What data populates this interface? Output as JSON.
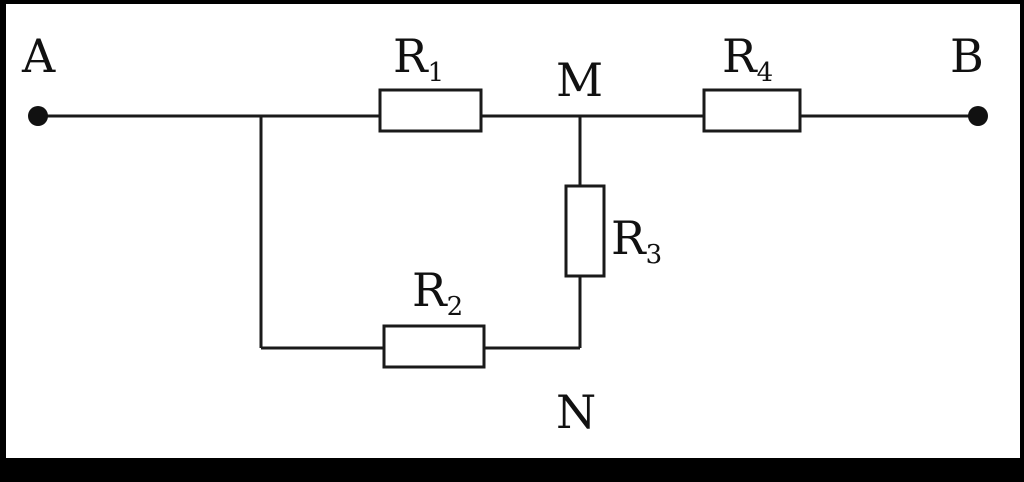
{
  "diagram": {
    "nodes": {
      "a": "A",
      "b": "B",
      "m": "M",
      "n": "N"
    },
    "resistors": {
      "r1": {
        "symbol": "R",
        "index": "1"
      },
      "r2": {
        "symbol": "R",
        "index": "2"
      },
      "r3": {
        "symbol": "R",
        "index": "3"
      },
      "r4": {
        "symbol": "R",
        "index": "4"
      }
    },
    "colors": {
      "line": "#1a1a1a",
      "background": "#ffffff",
      "border": "#000000"
    }
  }
}
